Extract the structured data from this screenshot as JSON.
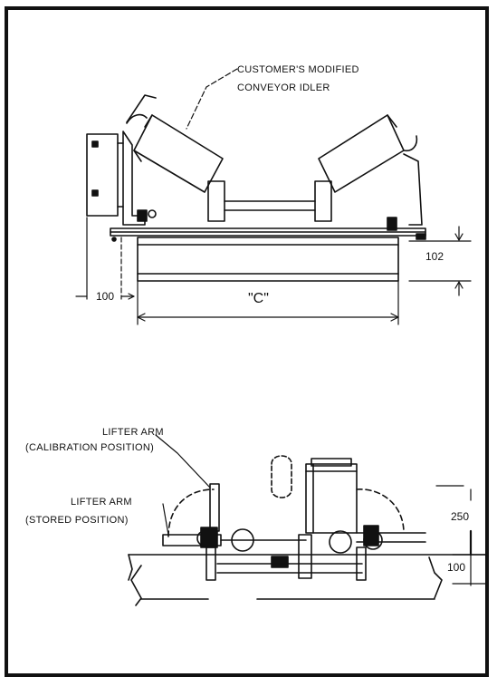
{
  "labels": {
    "idler_line1": "CUSTOMER'S MODIFIED",
    "idler_line2": "CONVEYOR IDLER",
    "lifter_cal_line1": "LIFTER ARM",
    "lifter_cal_line2": "(CALIBRATION POSITION)",
    "lifter_store_line1": "LIFTER ARM",
    "lifter_store_line2": "(STORED POSITION)"
  },
  "dimensions": {
    "d102": "102",
    "d100_top": "100",
    "dC": "\"C\"",
    "d250": "250",
    "d100_bottom": "100"
  }
}
